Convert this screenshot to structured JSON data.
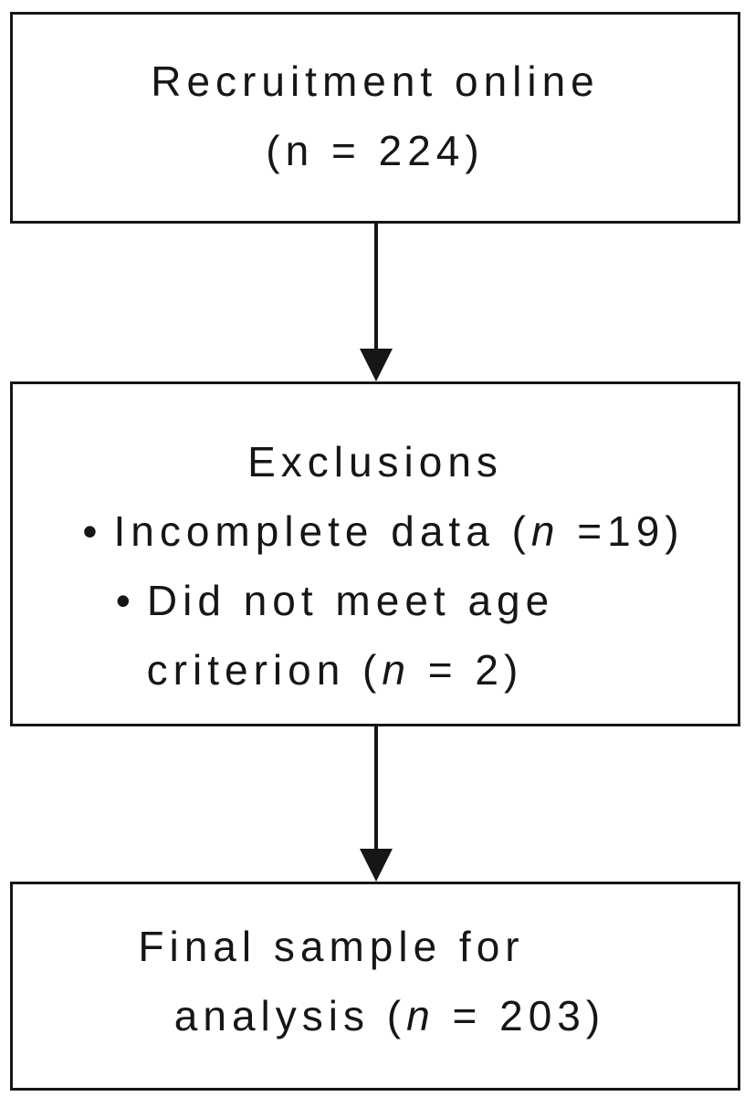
{
  "page": {
    "background": "#ffffff",
    "ink": "#161616"
  },
  "flowchart": {
    "boxes": [
      {
        "line1": "Recruitment online",
        "line2": "(n = 224)"
      },
      {
        "title": "Exclusions",
        "bullet": "•",
        "item1": {
          "pre": "Incomplete data (",
          "n": "n",
          "post": " =19)"
        },
        "item2": {
          "line1": "Did not meet age",
          "line2_pre": "criterion (",
          "n": "n",
          "line2_post": " = 2)"
        }
      },
      {
        "line1": "Final sample for",
        "line2_pre": "analysis (",
        "n": "n",
        "line2_post": " = 203)"
      }
    ]
  }
}
